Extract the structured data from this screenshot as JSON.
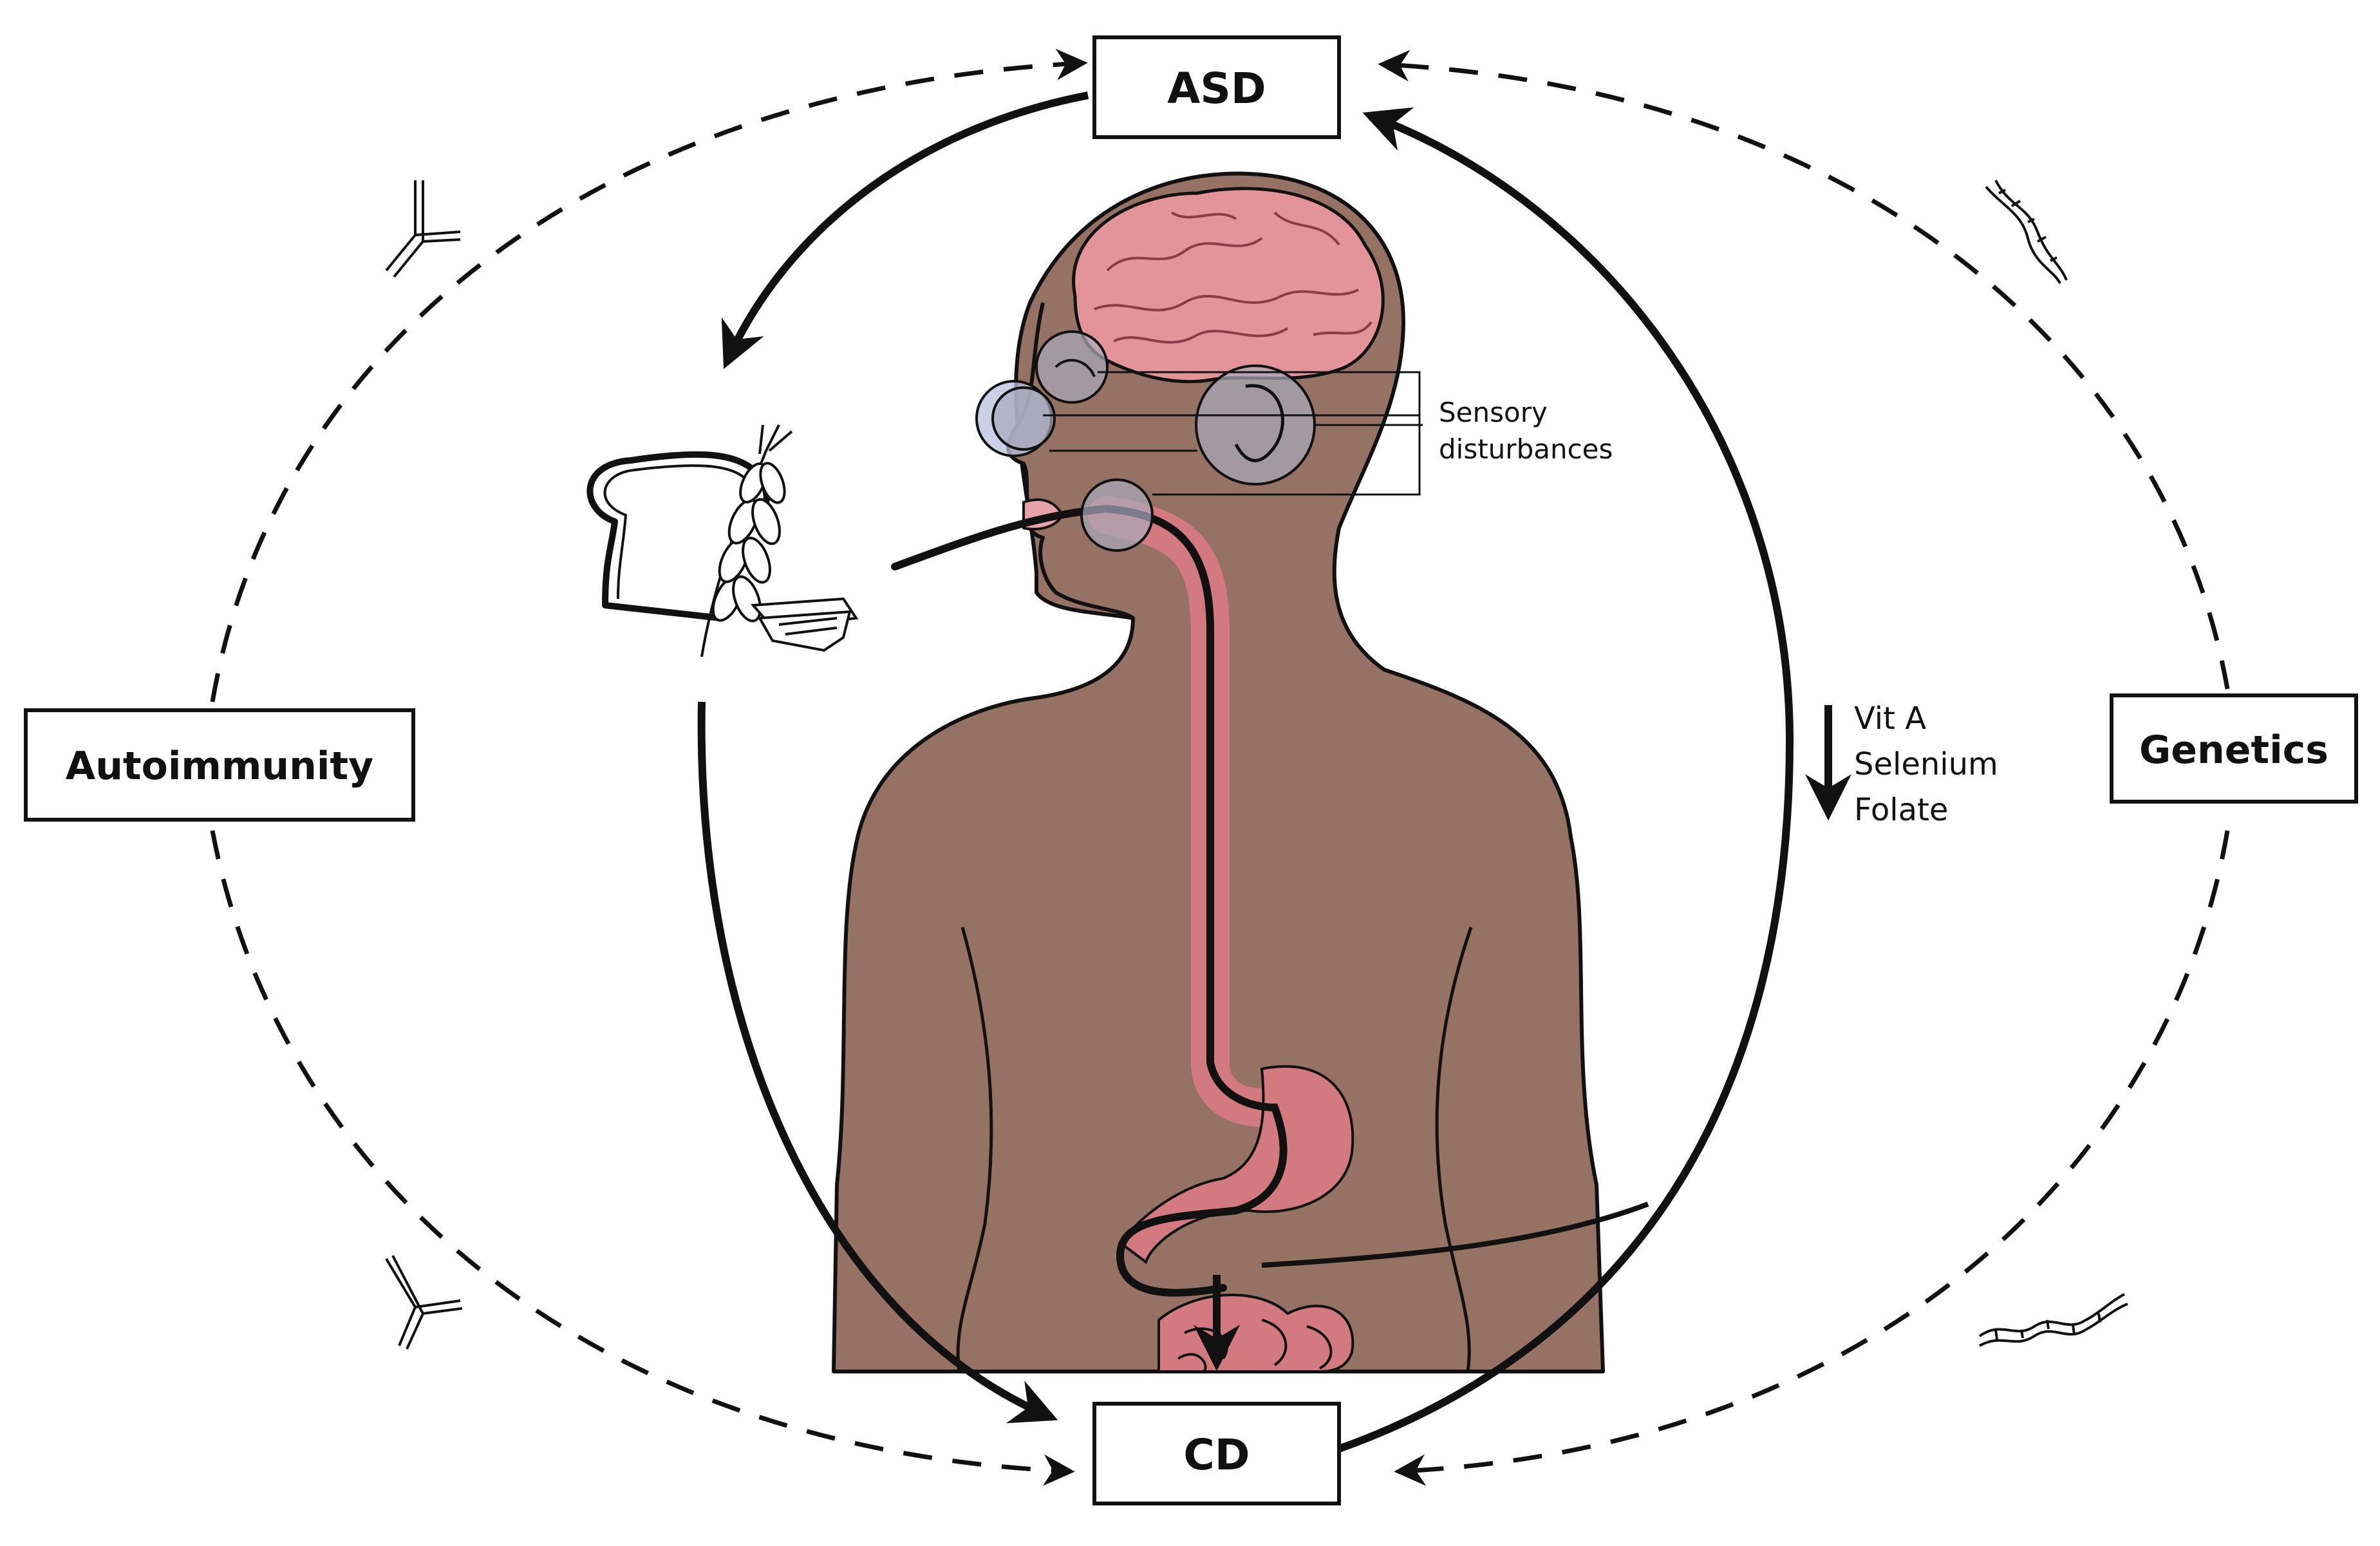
{
  "nodes": {
    "asd": "ASD",
    "cd": "CD",
    "autoimmunity": "Autoimmunity",
    "genetics": "Genetics"
  },
  "sensory": {
    "line1": "Sensory",
    "line2": "disturbances"
  },
  "nutrients": [
    "Vit A",
    "Selenium",
    "Folate"
  ],
  "colors": {
    "skin": "#957264",
    "organ": "#d27a80",
    "brain": "#e3949b",
    "ring": "#a9a9bb",
    "stroke": "#111111"
  },
  "icons": [
    "antibody-icon",
    "dna-helix-icon",
    "bread-icon",
    "wheat-icon",
    "pasta-icon"
  ]
}
